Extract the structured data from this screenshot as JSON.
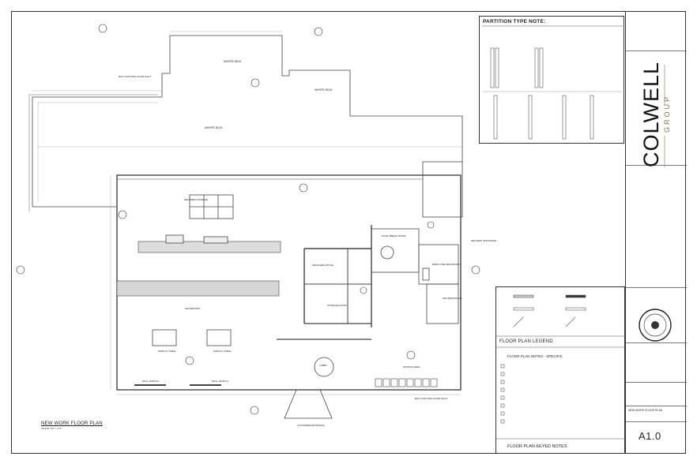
{
  "partition_notes": {
    "title": "PARTITION TYPE NOTE:"
  },
  "floor_plan": {
    "title": "NEW WORK FLOOR PLAN",
    "scale": "SCALE: 1/4\" = 1'-0\"",
    "rooms": [
      {
        "id": "white-box-1",
        "label": "WHITE BOX"
      },
      {
        "id": "white-box-2",
        "label": "WHITE BOX"
      },
      {
        "id": "white-box-3",
        "label": "WHITE BOX"
      },
      {
        "id": "secured-storage",
        "label": "SECURED STORAGE"
      },
      {
        "id": "showroom",
        "label": "SHOWROOM"
      },
      {
        "id": "display-table-1",
        "label": "DISPLAY TABLE"
      },
      {
        "id": "display-table-2",
        "label": "DISPLAY TABLE"
      },
      {
        "id": "wall-display-1",
        "label": "WALL DISPLAY"
      },
      {
        "id": "wall-display-2",
        "label": "WALL DISPLAY"
      },
      {
        "id": "staff-break-room",
        "label": "STAFF BREAK ROOM"
      },
      {
        "id": "employee-restroom",
        "label": "EMPLOYEE RESTROOM"
      },
      {
        "id": "ada-restroom",
        "label": "ADA RESTROOM"
      },
      {
        "id": "manager-office",
        "label": "MANAGER OFFICE"
      },
      {
        "id": "storage",
        "label": "STORAGE ROOM"
      },
      {
        "id": "lobby",
        "label": "LOBBY"
      },
      {
        "id": "waiting-area",
        "label": "WAITING AREA"
      },
      {
        "id": "customer-entrance",
        "label": "CUSTOMER ENTRANCE"
      },
      {
        "id": "delivery-entrance",
        "label": "DELIVERY ENTRANCE"
      }
    ],
    "notes": [
      {
        "id": "bolt-door-1",
        "label": "BOLT EXISTING DOOR SHUT"
      },
      {
        "id": "bolt-door-2",
        "label": "BOLT EXISTING DOOR SHUT"
      }
    ]
  },
  "legend": {
    "title": "FLOOR PLAN LEGEND",
    "notes_title": "FLOOR PLAN NOTES - SPECIFIC",
    "keyed_title": "FLOOR PLAN KEYED NOTES"
  },
  "title_block": {
    "firm": "COLWELL",
    "firm_sub": "GROUP",
    "sheet_title": "NEW WORK FLOOR PLAN",
    "sheet_number": "A1.0"
  }
}
